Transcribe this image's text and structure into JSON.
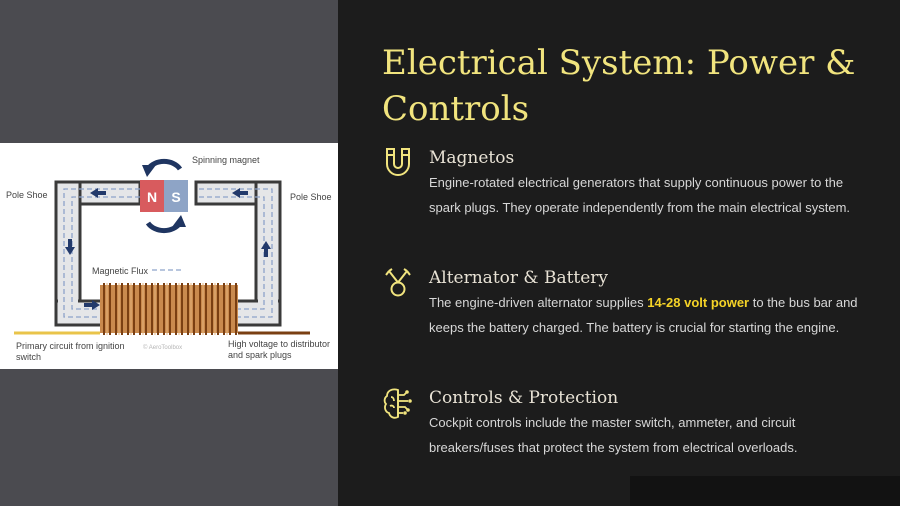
{
  "slide": {
    "title": "Electrical System: Power & Controls"
  },
  "diagram": {
    "labels": {
      "spinning_magnet": "Spinning magnet",
      "pole_shoe_left": "Pole Shoe",
      "pole_shoe_right": "Pole Shoe",
      "magnetic_flux": "Magnetic Flux",
      "magnet_n": "N",
      "magnet_s": "S",
      "primary_line1": "Primary circuit from ignition",
      "primary_line2": "switch",
      "high_line1": "High voltage to distributor",
      "high_line2": "and spark plugs",
      "watermark": "© AeroToolbox"
    }
  },
  "sections": [
    {
      "icon": "magnet-icon",
      "heading": "Magnetos",
      "body": "Engine-rotated electrical generators that supply continuous power to the spark plugs. They operate independently from the main electrical system."
    },
    {
      "icon": "battery-alternator-icon",
      "heading": "Alternator & Battery",
      "body_before": "The engine-driven alternator supplies ",
      "body_highlight": "14-28 volt power",
      "body_after": " to the bus bar and keeps the battery charged. The battery is crucial for starting the engine."
    },
    {
      "icon": "brain-circuit-icon",
      "heading": "Controls & Protection",
      "body": "Cockpit controls include the master switch, ammeter, and circuit breakers/fuses that protect the system from electrical overloads."
    }
  ],
  "colors": {
    "accent": "#f1e47e",
    "highlight": "#f5d327",
    "background_dark": "#1c1c1c",
    "panel_grey": "#4b4b50"
  }
}
